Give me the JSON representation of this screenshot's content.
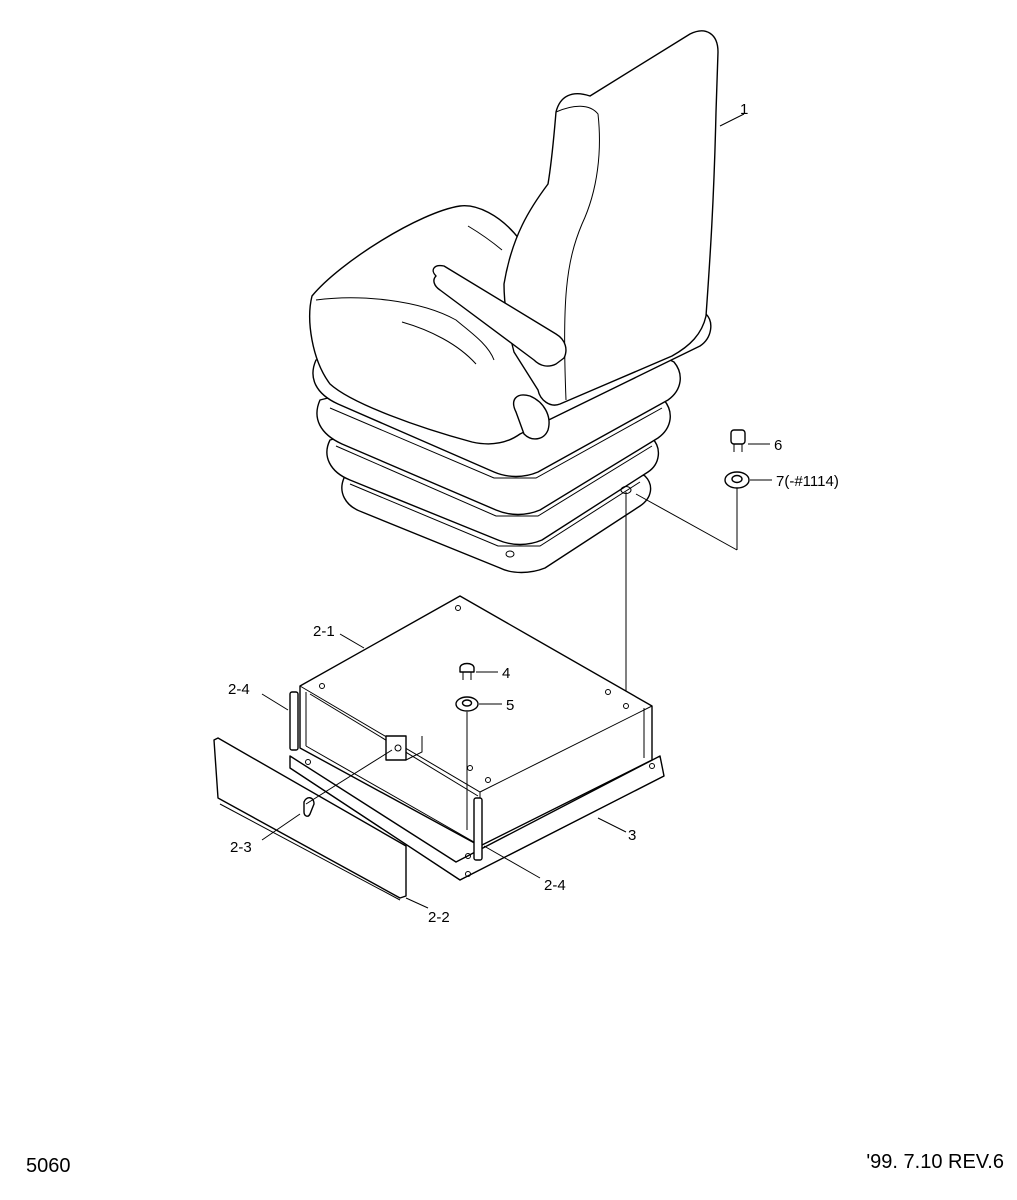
{
  "diagram": {
    "labels": {
      "p1": "1",
      "p2_1": "2-1",
      "p2_2": "2-2",
      "p2_3": "2-3",
      "p2_4a": "2-4",
      "p2_4b": "2-4",
      "p3": "3",
      "p4": "4",
      "p5": "5",
      "p6": "6",
      "p7": "7(-#1114)"
    }
  },
  "footer": {
    "page_number": "5060",
    "revision": "'99. 7.10  REV.6"
  }
}
